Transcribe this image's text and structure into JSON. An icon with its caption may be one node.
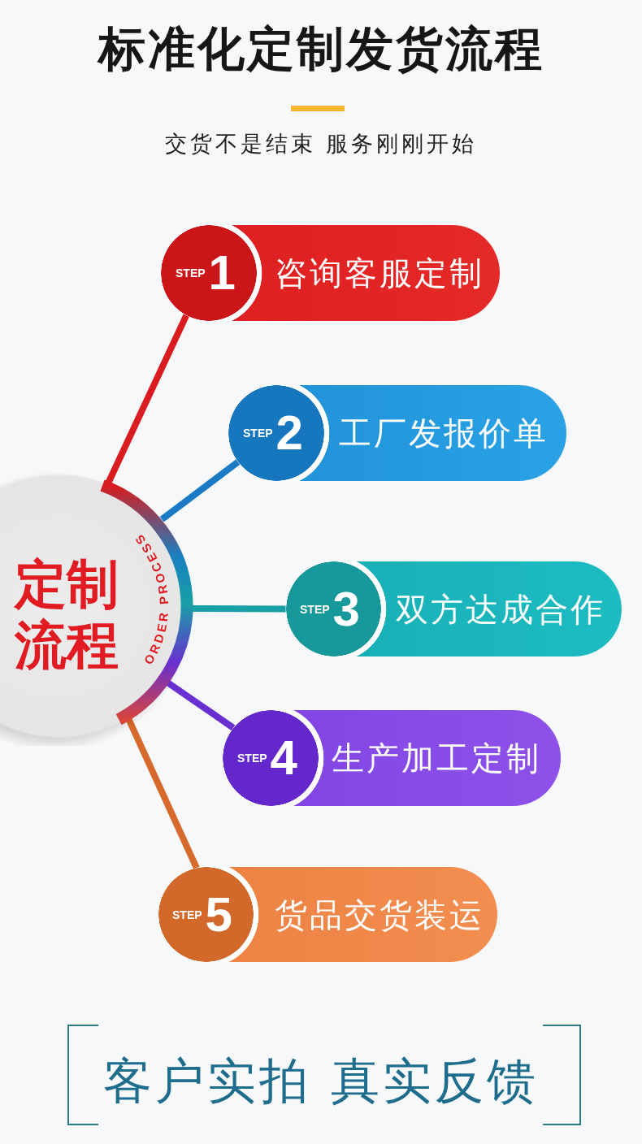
{
  "diagram": {
    "title": "标准化定制发货流程",
    "nodes": [
      {
        "text": [
          "定制流程",
          "ORDER PROCESS"
        ]
      },
      {
        "text": [
          "STEP",
          "1",
          "咨询客服定制"
        ]
      },
      {
        "text": [
          "STEP",
          "2",
          "工厂发报价单"
        ]
      },
      {
        "text": [
          "STEP",
          "3",
          "双方达成合作"
        ]
      },
      {
        "text": [
          "STEP",
          "4",
          "生产加工定制"
        ]
      },
      {
        "text": [
          "STEP",
          "5",
          "货品交货装运"
        ]
      }
    ],
    "edges": [
      {
        "from": 0,
        "to": 1,
        "arrow": "none",
        "color": "#d81c1f"
      },
      {
        "from": 0,
        "to": 2,
        "arrow": "none",
        "color": "#1a7bc4"
      },
      {
        "from": 0,
        "to": 3,
        "arrow": "none",
        "color": "#17a0a5"
      },
      {
        "from": 0,
        "to": 4,
        "arrow": "none",
        "color": "#6a2fd0"
      },
      {
        "from": 0,
        "to": 5,
        "arrow": "none",
        "color": "#d66a2c"
      }
    ],
    "labels": [
      "交货不是结束 服务刚刚开始",
      "客户实拍 真实反馈"
    ]
  }
}
